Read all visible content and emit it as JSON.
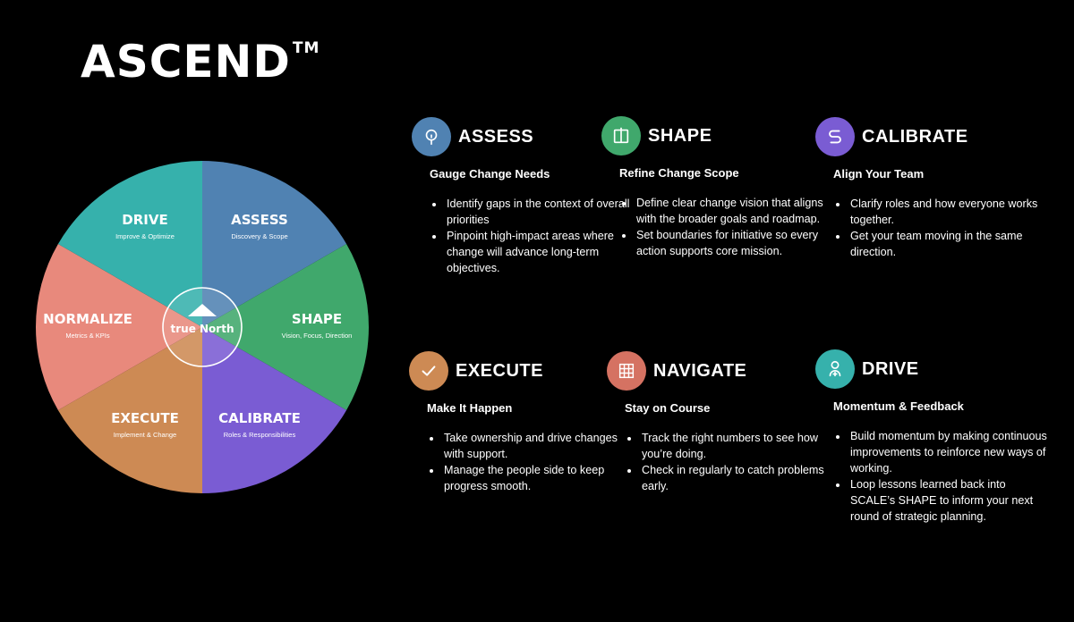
{
  "brand": {
    "name": "ASCEND",
    "mark": "TM"
  },
  "colors": {
    "assess": "#5082b2",
    "shape": "#40a86c",
    "calibrate": "#7a5cd3",
    "execute": "#cd8a54",
    "normalize": "#e8897c",
    "drive": "#36b1ac",
    "navigate": "#d57262"
  },
  "wheel": {
    "center_label": "true North",
    "segments": [
      {
        "key": "assess",
        "title": "ASSESS",
        "subtitle": "Discovery & Scope",
        "color": "#5082b2"
      },
      {
        "key": "shape",
        "title": "SHAPE",
        "subtitle": "Vision, Focus, Direction",
        "color": "#40a86c"
      },
      {
        "key": "calibrate",
        "title": "CALIBRATE",
        "subtitle": "Roles & Responsibilities",
        "color": "#7a5cd3"
      },
      {
        "key": "execute",
        "title": "EXECUTE",
        "subtitle": "Implement & Change",
        "color": "#cd8a54"
      },
      {
        "key": "normalize",
        "title": "NORMALIZE",
        "subtitle": "Metrics & KPIs",
        "color": "#e8897c"
      },
      {
        "key": "drive",
        "title": "DRIVE",
        "subtitle": "Improve & Optimize",
        "color": "#36b1ac"
      }
    ]
  },
  "cards": [
    {
      "title": "ASSESS",
      "subtitle": "Gauge Change Needs",
      "icon": "lightbulb-icon",
      "color": "#5082b2",
      "bullets": [
        "Identify gaps in the context of overall priorities",
        "Pinpoint high-impact areas where change will advance long-term objectives."
      ]
    },
    {
      "title": "SHAPE",
      "subtitle": "Refine Change Scope",
      "icon": "book-icon",
      "color": "#40a86c",
      "bullets": [
        "Define clear change vision that aligns with the broader goals and roadmap.",
        "Set boundaries for initiative so every action supports core mission."
      ]
    },
    {
      "title": "CALIBRATE",
      "subtitle": "Align Your Team",
      "icon": "s-curve-icon",
      "color": "#7a5cd3",
      "bullets": [
        "Clarify roles and how everyone works together.",
        "Get your team moving in the same direction."
      ]
    },
    {
      "title": "EXECUTE",
      "subtitle": "Make It Happen",
      "icon": "checkmark-icon",
      "color": "#cd8a54",
      "bullets": [
        "Take ownership and drive changes with support.",
        "Manage the people side to keep progress smooth."
      ]
    },
    {
      "title": "NAVIGATE",
      "subtitle": "Stay on Course",
      "icon": "grid-icon",
      "color": "#d57262",
      "bullets": [
        "Track the right numbers to see how you’re doing.",
        "Check in regularly to catch problems early."
      ]
    },
    {
      "title": "DRIVE",
      "subtitle": "Momentum & Feedback",
      "icon": "person-icon",
      "color": "#36b1ac",
      "bullets": [
        "Build momentum by making continuous improvements to reinforce new ways of working.",
        "Loop lessons learned back into SCALE’s SHAPE to inform your next round of strategic planning."
      ]
    }
  ]
}
